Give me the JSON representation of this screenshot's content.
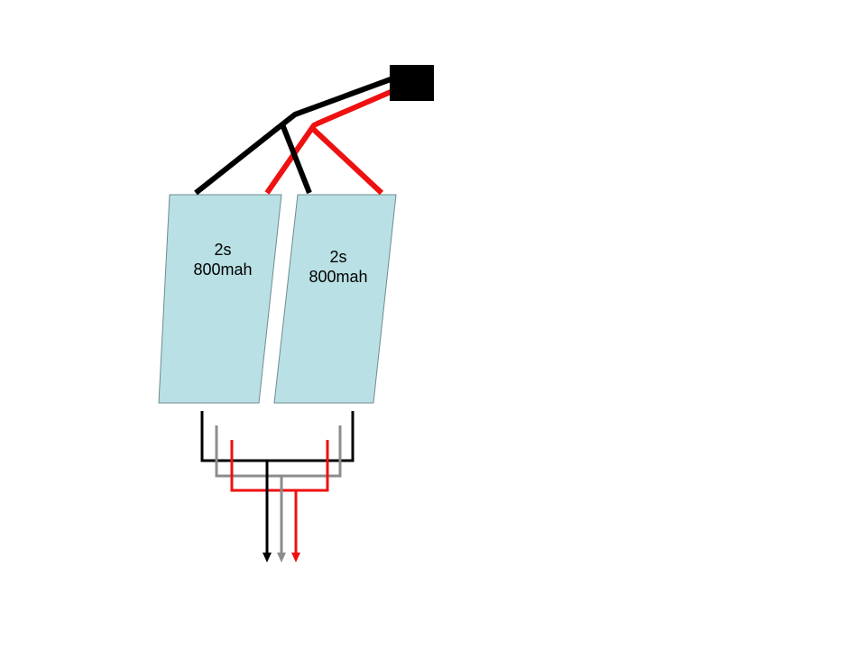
{
  "batteries": [
    {
      "cells": "2s",
      "capacity": "800mah"
    },
    {
      "cells": "2s",
      "capacity": "800mah"
    }
  ],
  "colors": {
    "pack_fill": "#b9e0e4",
    "pack_stroke": "#6e8c8f",
    "negative": "#000000",
    "positive": "#ee1111",
    "balance": "#8c8c8c"
  }
}
